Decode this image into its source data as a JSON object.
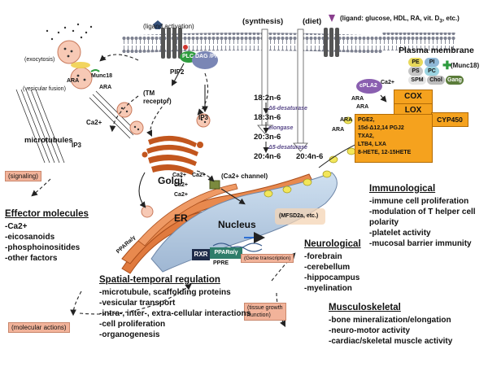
{
  "colors": {
    "membrane": "#7a7f8c",
    "er": "#e07a3e",
    "nucleus": "#b8cbe0",
    "golgi": "#c2561e",
    "enzyme": "#f5a21e",
    "salmon_box": "#f2b39a",
    "green_plc": "#2e9b3e",
    "purple_dag": "#7a86b5",
    "yellow_ara": "#f2e65a"
  },
  "top": {
    "ligand_activation": "(ligand activation)",
    "synthesis": "(synthesis)",
    "diet": "(diet)",
    "ligand_list": "(ligand: glucose, HDL, RA, vit. D",
    "ligand_sub": "3",
    "ligand_end": ", etc.)",
    "plasma_membrane": "Plasma membrane"
  },
  "left_top": {
    "exocytosis": "(exocytosis)",
    "vesicular_fusion": "(vesicular fusion)",
    "ara": "ARA",
    "munc18": "Munc18",
    "microtubules": "microtubules",
    "ca2": "Ca2+",
    "ip3": "IP3"
  },
  "receptor": {
    "tm_receptor": "(TM",
    "tm_receptor2": "receptor)",
    "pip2": "PIP2",
    "plc": "PLC",
    "dag_pkc": "DAG /PKC",
    "ip3": "IP3"
  },
  "pathway": {
    "step1": "18:2n-6",
    "enz1": "Δ6-desaturase",
    "step2": "18:3n-6",
    "enz2": "elongase",
    "step3": "20:3n-6",
    "enz3": "Δ5-desaturase",
    "step4": "20:4n-6",
    "diet_product": "20:4n-6"
  },
  "membrane_legend": {
    "pe": "PE",
    "pi": "PI",
    "ps": "PS",
    "pc": "PC",
    "spm": "SPM",
    "chol": "Chol",
    "gang": "Gang",
    "munc18": "(Munc18)"
  },
  "enzymes": {
    "pla2": "cPLA2",
    "ca2": "Ca2+",
    "ara": "ARA",
    "cox": "COX",
    "lox": "LOX",
    "cyp": "CYP450",
    "products": [
      "PGE2,",
      "15d-Δ12,14 PGJ2",
      "TXA2,",
      "LTB4, LXA",
      "8-HETE, 12-15HETE"
    ]
  },
  "middle": {
    "signaling": "(signaling)",
    "golgi": "Golgi",
    "er": "ER",
    "nucleus": "Nucleus",
    "ca_labels": [
      "Ca2+",
      "Ca2+",
      "Ca2+",
      "Ca2+"
    ],
    "ca_channel": "(Ca2+ channel)",
    "mfsd2a": "(MFSD2a, etc.)",
    "ppar_ry": "PPARα/γ",
    "rxr": "RXR",
    "pparaly": "PPARα/γ",
    "ppre": "PPRE",
    "gene_transcription": "(Gene transcription)",
    "tissue_growth": "(tissue growth",
    "tissue_growth2": "/function)",
    "molecular_actions": "(molecular actions)"
  },
  "effector": {
    "title": "Effector molecules",
    "items": [
      "-Ca2+",
      "-eicosanoids",
      "-phosphoinositides",
      "-other factors"
    ]
  },
  "spatial": {
    "title": "Spatial-temporal regulation",
    "items": [
      "-microtubule, scaffolding proteins",
      "-vesicular transport",
      "-intra-, inter-, extra-cellular interactions",
      "-cell proliferation",
      "-organogenesis"
    ]
  },
  "neurological": {
    "title": "Neurological",
    "items": [
      "-forebrain",
      "-cerebellum",
      "-hippocampus",
      "-myelination"
    ]
  },
  "immunological": {
    "title": "Immunological",
    "items": [
      "-immune cell proliferation",
      "-modulation of T helper cell",
      "polarity",
      "-platelet activity",
      "-mucosal barrier immunity"
    ]
  },
  "musculoskeletal": {
    "title": "Musculoskeletal",
    "items": [
      "-bone mineralization/elongation",
      "-neuro-motor activity",
      "-cardiac/skeletal muscle activity"
    ]
  }
}
